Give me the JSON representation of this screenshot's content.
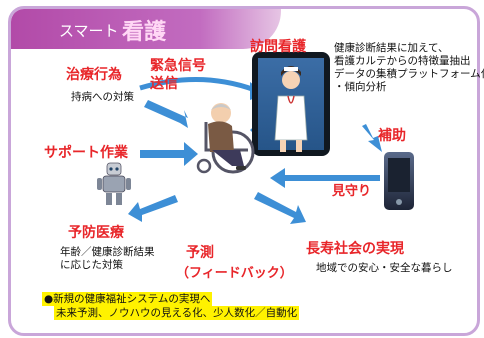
{
  "banner": {
    "prefix": "スマート",
    "main": "看護"
  },
  "nodes": {
    "treatment": {
      "label": "治療行為",
      "desc": "持病への対策"
    },
    "emergency": {
      "label1": "緊急信号",
      "label2": "送信"
    },
    "visit": {
      "label": "訪問看護",
      "desc": [
        "健康診断結果に加えて、",
        "看護カルテからの特徴量抽出",
        "データの集積プラットフォーム化",
        "・傾向分析"
      ]
    },
    "support": {
      "label": "サポート作業"
    },
    "assist": {
      "label": "補助"
    },
    "watch": {
      "label": "見守り"
    },
    "prevention": {
      "label": "予防医療",
      "desc": [
        "年齢／健康診断結果",
        "に応じた対策"
      ]
    },
    "prediction": {
      "label1": "予測",
      "label2": "（フィードバック）"
    },
    "longevity": {
      "label": "長寿社会の実現",
      "desc": "地域での安心・安全な暮らし"
    }
  },
  "note": {
    "line1": "●新規の健康福祉システムの実現へ",
    "line2": "未来予測、ノウハウの見える化、少人数化／自動化"
  },
  "colors": {
    "accent_red": "#e8262a",
    "arrow_blue": "#3d8fd6",
    "banner_purple": "#b24aa8",
    "highlight": "#fff200"
  }
}
